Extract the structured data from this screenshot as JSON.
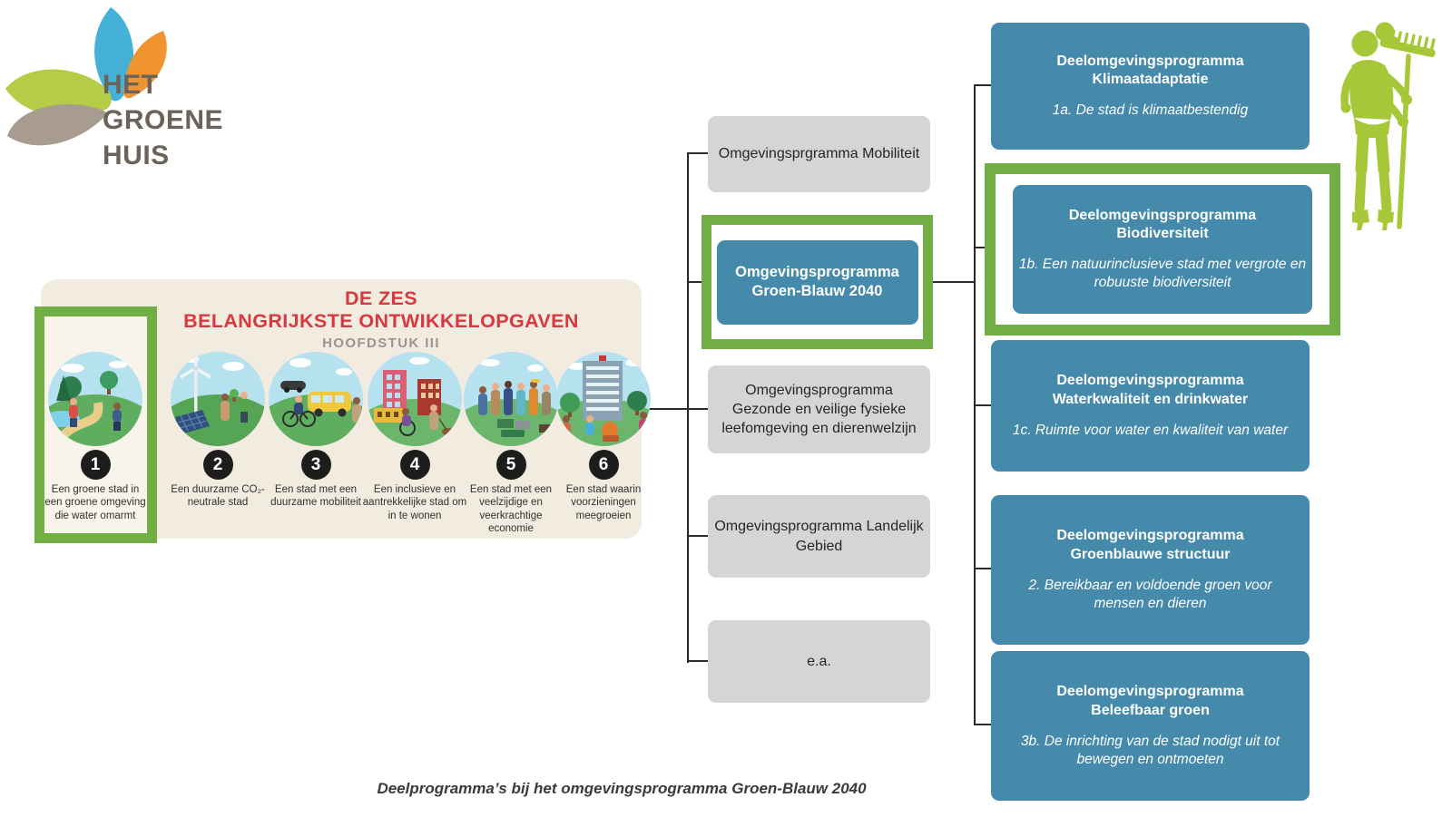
{
  "logo": {
    "line1": "HET",
    "line2": "GROENE",
    "line3": "HUIS"
  },
  "panel": {
    "title_line1": "DE ZES",
    "title_line2": "BELANGRIJKSTE ONTWIKKELOPGAVEN",
    "subtitle": "HOOFDSTUK III",
    "items": [
      {
        "number": "1",
        "caption": "Een groene stad in een groene omgeving die water omarmt",
        "highlighted": true
      },
      {
        "number": "2",
        "caption": "Een duurzame CO₂-neutrale stad",
        "highlighted": false
      },
      {
        "number": "3",
        "caption": "Een stad met een duurzame mobiliteit",
        "highlighted": false
      },
      {
        "number": "4",
        "caption": "Een inclusieve en aantrekkelijke stad om in te wonen",
        "highlighted": false
      },
      {
        "number": "5",
        "caption": "Een stad met een veelzijdige en veerkrachtige economie",
        "highlighted": false
      },
      {
        "number": "6",
        "caption": "Een stad waarin voorzieningen meegroeien",
        "highlighted": false
      }
    ]
  },
  "programs": {
    "boxes": [
      {
        "label": "Omgevingsprgramma Mobiliteit",
        "style": "gray",
        "highlighted": false
      },
      {
        "label": "Omgevingsprogramma Groen-Blauw 2040",
        "style": "blue",
        "highlighted": true
      },
      {
        "label": "Omgevingsprogramma Gezonde en veilige fysieke leefomgeving en dierenwelzijn",
        "style": "gray",
        "highlighted": false
      },
      {
        "label": "Omgevingsprogramma Landelijk Gebied",
        "style": "gray",
        "highlighted": false
      },
      {
        "label": "e.a.",
        "style": "gray",
        "highlighted": false
      }
    ]
  },
  "subprograms": {
    "boxes": [
      {
        "title": "Deelomgevingsprogramma Klimaatadaptatie",
        "goal": "1a. De stad is klimaatbestendig",
        "highlighted": false
      },
      {
        "title": "Deelomgevingsprogramma Biodiversiteit",
        "goal": "1b. Een natuurinclusieve stad met vergrote en robuuste biodiversiteit",
        "highlighted": true
      },
      {
        "title": "Deelomgevingsprogramma Waterkwaliteit en drinkwater",
        "goal": "1c. Ruimte voor water en kwaliteit van water",
        "highlighted": false
      },
      {
        "title": "Deelomgevingsprogramma Groenblauwe structuur",
        "goal": "2. Bereikbaar en voldoende groen voor mensen en dieren",
        "highlighted": false
      },
      {
        "title": "Deelomgevingsprogramma Beleefbaar groen",
        "goal": "3b. De inrichting van de stad nodigt uit tot bewegen en ontmoeten",
        "highlighted": false
      }
    ]
  },
  "footer_caption": "Deelprogramma’s bij het omgevingsprogramma Groen-Blauw 2040",
  "colors": {
    "accent_blue": "#4589ab",
    "highlight_green": "#71ae43",
    "box_gray": "#d4d5d7",
    "title_red": "#d6393f",
    "panel_cream": "#f1ebe0",
    "figure_lime": "#a6c838",
    "logo_leaf_green": "#b5cc47",
    "logo_leaf_blue": "#45b1d7",
    "logo_leaf_orange": "#ef9430",
    "logo_leaf_taupe": "#a89b8f"
  }
}
